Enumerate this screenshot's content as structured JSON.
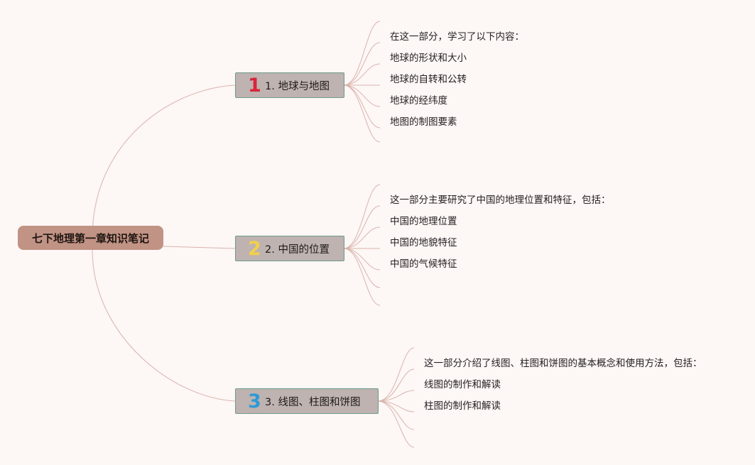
{
  "root": {
    "label": "七下地理第一章知识笔记"
  },
  "branches": [
    {
      "badge": "1",
      "badge_color": "#d9253a",
      "label": "1. 地球与地图",
      "items": [
        "在这一部分，学习了以下内容：",
        "地球的形状和大小",
        "地球的自转和公转",
        "地球的经纬度",
        "地图的制图要素"
      ]
    },
    {
      "badge": "2",
      "badge_color": "#f2cf4c",
      "label": "2. 中国的位置",
      "items": [
        "这一部分主要研究了中国的地理位置和特征，包括：",
        "中国的地理位置",
        "中国的地貌特征",
        "中国的气候特征"
      ]
    },
    {
      "badge": "3",
      "badge_color": "#2f9ad6",
      "label": "3. 线图、柱图和饼图",
      "items": [
        "这一部分介绍了线图、柱图和饼图的基本概念和使用方法，包括：",
        "线图的制作和解读",
        "柱图的制作和解读"
      ]
    }
  ],
  "colors": {
    "background": "#fdf7f6",
    "root_fill": "#c19384",
    "branch_fill": "#beb3b0",
    "branch_border": "#6f9a8a",
    "link": "#d9b4ab"
  }
}
